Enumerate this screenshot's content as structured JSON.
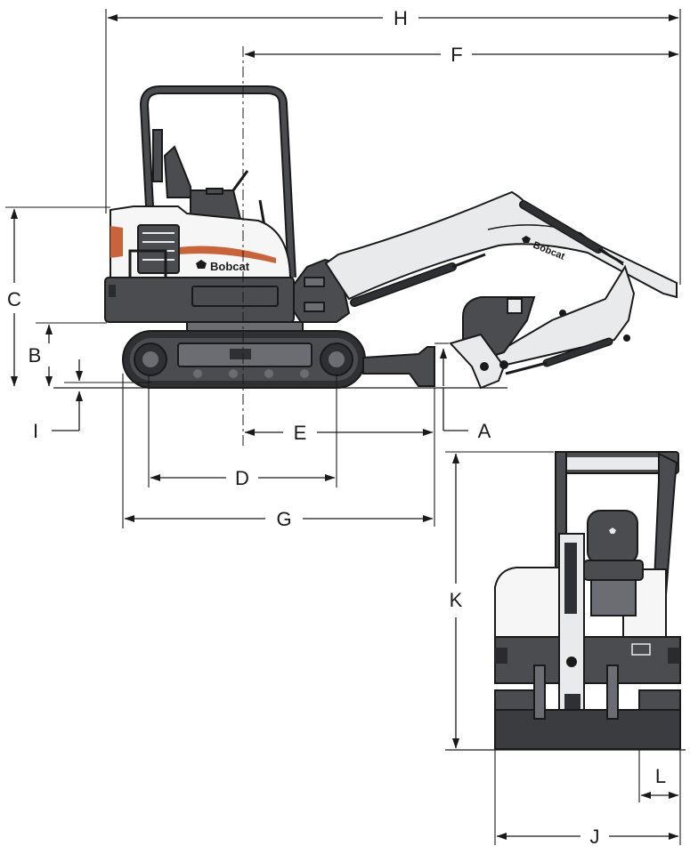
{
  "brand": {
    "logo_text": "Bobcat",
    "colors": {
      "body_dark": "#4a4c50",
      "body_light": "#e9eaec",
      "accent_orange": "#c8643c"
    }
  },
  "dimensions": {
    "A": "A",
    "B": "B",
    "C": "C",
    "D": "D",
    "E": "E",
    "F": "F",
    "G": "G",
    "H": "H",
    "I": "I",
    "J": "J",
    "K": "K",
    "L": "L"
  },
  "views": [
    "side-view",
    "rear-view"
  ]
}
